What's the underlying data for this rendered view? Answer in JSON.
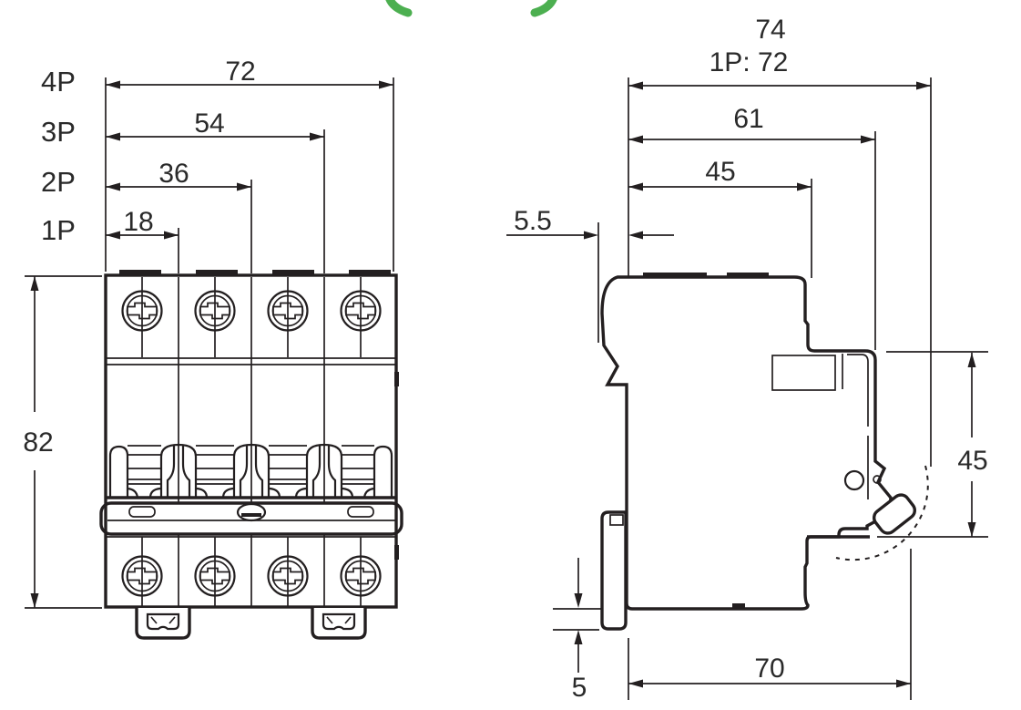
{
  "colors": {
    "line": "#231f20",
    "green": "#4caf50",
    "background": "#ffffff"
  },
  "front_view": {
    "rows": [
      {
        "label": "4P",
        "value": "72"
      },
      {
        "label": "3P",
        "value": "54"
      },
      {
        "label": "2P",
        "value": "36"
      },
      {
        "label": "1P",
        "value": "18"
      }
    ],
    "height": "82"
  },
  "side_view": {
    "overall_depth": "74",
    "overall_depth_1p": "1P: 72",
    "depth_to_front": "61",
    "depth_to_panel": "45",
    "din_offset": "5.5",
    "panel_height": "45",
    "clip_protrusion": "5",
    "base_depth": "70"
  }
}
